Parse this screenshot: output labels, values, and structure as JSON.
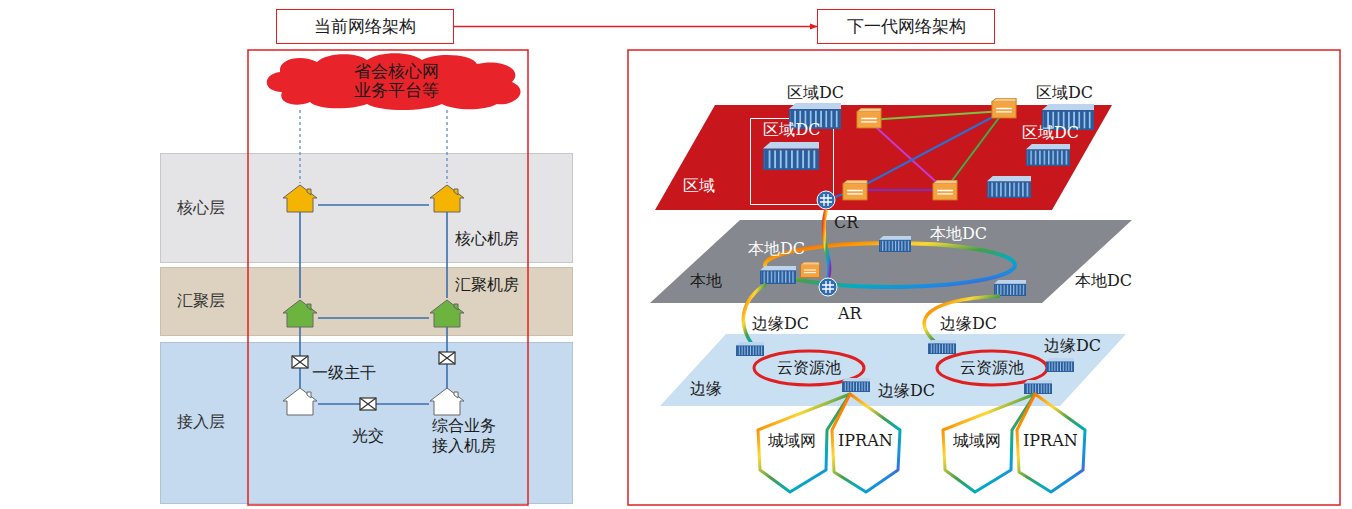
{
  "diagram": {
    "nodes": [
      {
        "text": [
          "当前网络架构"
        ]
      },
      {
        "text": [
          "下一代网络架构"
        ]
      },
      {
        "text": [
          "省会核心网 业务平台等"
        ]
      },
      {
        "text": [
          "核心层"
        ]
      },
      {
        "text": [
          "汇聚层"
        ]
      },
      {
        "text": [
          "接入层"
        ]
      },
      {
        "text": [
          "区域"
        ]
      },
      {
        "text": [
          "区域DC"
        ],
        "in": 6
      },
      {
        "text": [
          "本地"
        ]
      },
      {
        "text": [
          "边缘"
        ]
      },
      {
        "text": [
          "云资源池"
        ],
        "in": 9
      },
      {
        "text": [
          "云资源池"
        ],
        "in": 9
      }
    ],
    "edges": [
      {
        "from": 0,
        "to": 1,
        "arrow": "to"
      }
    ],
    "labels": [
      "核心机房",
      "汇聚机房",
      "一级主干",
      "光交",
      "综合业务 接入机房",
      "区域DC",
      "区域DC",
      "区域DC",
      "CR",
      "本地DC",
      "本地DC",
      "本地DC",
      "AR",
      "边缘DC",
      "边缘DC",
      "边缘DC",
      "边缘DC",
      "城域网",
      "IPRAN",
      "城域网",
      "IPRAN"
    ]
  }
}
